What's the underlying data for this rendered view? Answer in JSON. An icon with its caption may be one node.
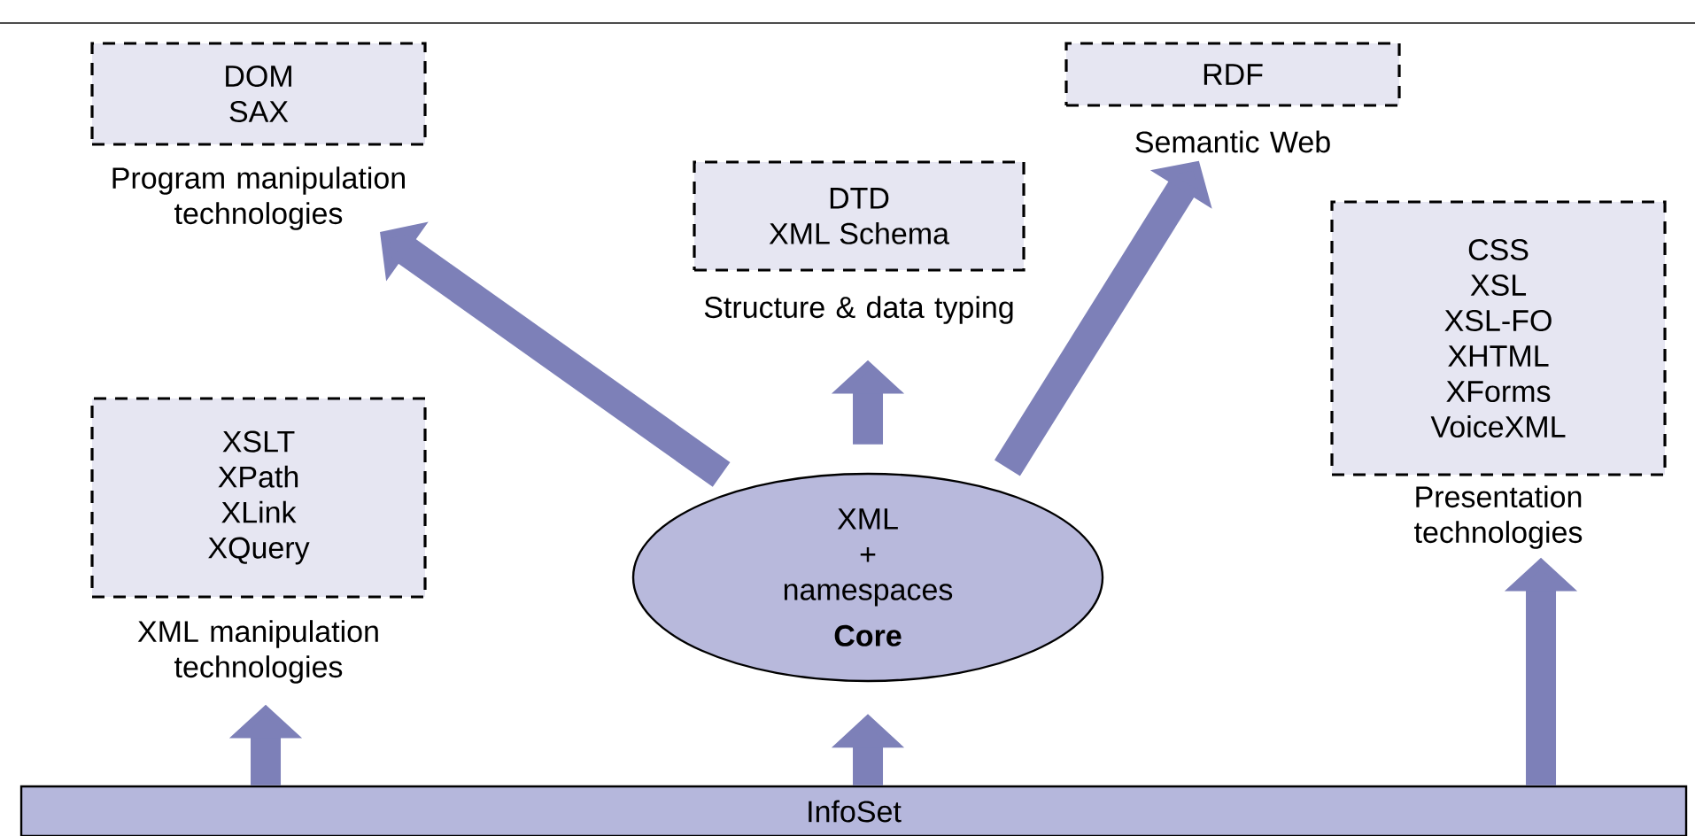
{
  "diagram": {
    "nodes": [
      {
        "text": [
          "DOM",
          "SAX"
        ],
        "beside": [
          "Program manipulation technologies"
        ]
      },
      {
        "text": [
          "RDF"
        ],
        "beside": [
          "Semantic Web"
        ]
      },
      {
        "text": [
          "DTD",
          "XML Schema"
        ],
        "beside": [
          "Structure & data typing"
        ]
      },
      {
        "text": [
          "CSS",
          "XSL",
          "XSL-FO",
          "XHTML",
          "XForms",
          "VoiceXML"
        ],
        "beside": [
          "Presentation technologies"
        ]
      },
      {
        "text": [
          "XSLT",
          "XPath",
          "XLink",
          "XQuery"
        ],
        "beside": [
          "XML manipulation technologies"
        ]
      },
      {
        "text": [
          "XML",
          "+",
          "namespaces",
          "Core"
        ]
      },
      {
        "text": [
          "InfoSet"
        ]
      }
    ],
    "edges": [
      {
        "from": 5,
        "to": 0,
        "arrow": "to"
      },
      {
        "from": 5,
        "to": 2,
        "arrow": "to"
      },
      {
        "from": 5,
        "to": 1,
        "arrow": "to"
      },
      {
        "from": 6,
        "to": 4,
        "arrow": "to"
      },
      {
        "from": 6,
        "to": 5,
        "arrow": "to"
      },
      {
        "from": 6,
        "to": 3,
        "arrow": "to"
      }
    ]
  }
}
